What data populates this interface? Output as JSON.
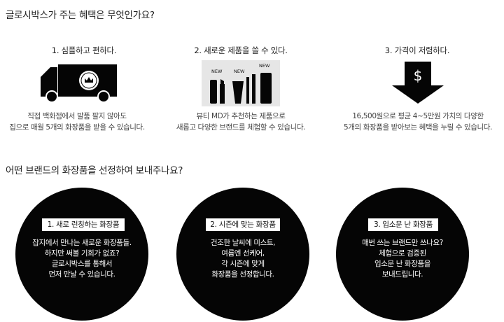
{
  "section1": {
    "title": "글로시박스가 주는 혜택은 무엇인가요?",
    "benefits": [
      {
        "title": "1. 심플하고 편하다.",
        "desc_line1": "직접 백화점에서 발품 팔지 않아도",
        "desc_line2": "집으로 매월 5개의 화장품을 받을 수 있습니다.",
        "icon": "delivery-truck-icon"
      },
      {
        "title": "2. 새로운 제품을 쓸 수 있다.",
        "desc_line1": "뷰티 MD가 추천하는 제품으로",
        "desc_line2": "새롭고 다양한 브랜드를 체험할 수 있습니다.",
        "icon": "cosmetics-icon",
        "tags": [
          "NEW",
          "NEW",
          "NEW"
        ]
      },
      {
        "title": "3. 가격이 저렴하다.",
        "desc_line1": "16,500원으로 평균 4~5만원 가치의 다양한",
        "desc_line2": "5개의 화장품을 받아보는 혜택을 누릴 수 있습니다.",
        "icon": "price-down-arrow-icon",
        "symbol": "$"
      }
    ]
  },
  "section2": {
    "title": "어떤 브랜드의 화장품을 선정하여 보내주나요?",
    "circles": [
      {
        "tag": "1. 새로 런칭하는 화장품",
        "lines": [
          "잡지에서 만나는 새로운 화장품들.",
          "하지만 써볼 기회가 없죠?",
          "글로시박스를 통해서",
          "먼저 만날 수 있습니다."
        ]
      },
      {
        "tag": "2. 시즌에 맞는 화장품",
        "lines": [
          "건조한 날씨에 미스트,",
          "여름엔 선케어,",
          "각 시즌에 맞게",
          "화장품을 선정합니다."
        ]
      },
      {
        "tag": "3. 입소문 난 화장품",
        "lines": [
          "매번 쓰는 브랜드만 쓰나요?",
          "체험으로 검증된",
          "입소문 난 화장품을",
          "보내드립니다."
        ]
      }
    ]
  },
  "colors": {
    "black": "#050505",
    "white": "#ffffff",
    "text": "#222222"
  }
}
